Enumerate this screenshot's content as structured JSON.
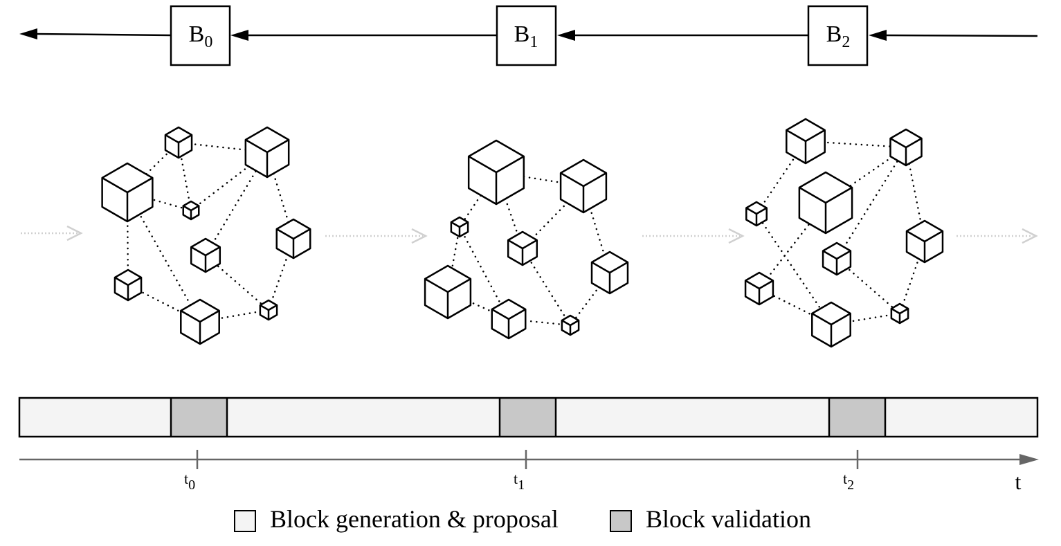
{
  "chain": {
    "blocks": [
      {
        "letter": "B",
        "index": "0"
      },
      {
        "letter": "B",
        "index": "1"
      },
      {
        "letter": "B",
        "index": "2"
      }
    ]
  },
  "timeline": {
    "ticks": [
      {
        "letter": "t",
        "index": "0"
      },
      {
        "letter": "t",
        "index": "1"
      },
      {
        "letter": "t",
        "index": "2"
      }
    ],
    "axis_label": "t"
  },
  "legend": {
    "generation_label": "Block generation & proposal",
    "validation_label": "Block validation"
  },
  "colors": {
    "generation_fill": "#f4f4f4",
    "validation_fill": "#c8c8c8",
    "axis": "#666666",
    "flow_arrow": "#d0d0d0",
    "stroke": "#000000"
  }
}
